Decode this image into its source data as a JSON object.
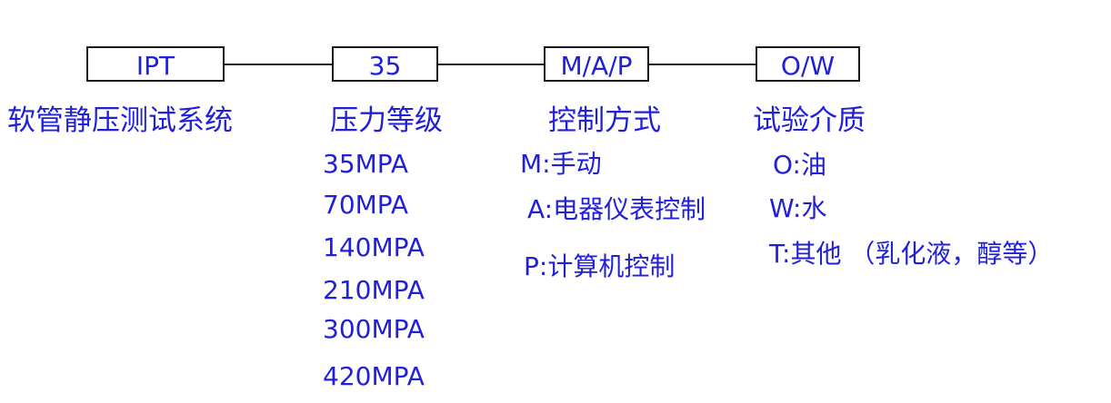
{
  "codes": {
    "product": "IPT",
    "pressure": "35",
    "control": "M/A/P",
    "medium": "O/W"
  },
  "titles": {
    "product": "软管静压测试系统",
    "pressure": "压力等级",
    "control": "控制方式",
    "medium": "试验介质"
  },
  "pressure_options": [
    "35MPA",
    "70MPA",
    "140MPA",
    "210MPA",
    "300MPA",
    "420MPA"
  ],
  "control_options": [
    "M:手动",
    "A:电器仪表控制",
    "P:计算机控制"
  ],
  "medium_options": [
    "O:油",
    "W:水",
    "T:其他 （乳化液，醇等）"
  ],
  "colors": {
    "text": "#2020d8",
    "lines": "#1a1a1a"
  }
}
